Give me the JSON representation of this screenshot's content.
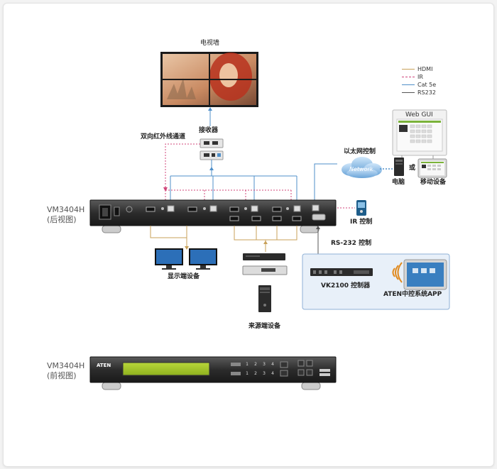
{
  "labels": {
    "video_wall": "电视墙",
    "receiver": "接收器",
    "ir_channel": "双向红外线通道",
    "ethernet_control": "以太网控制",
    "network": "Network",
    "computer": "电脑",
    "or": "或",
    "mobile_device": "移动设备",
    "web_gui": "Web GUI",
    "ir_control": "IR 控制",
    "rs232_control": "RS-232 控制",
    "rear_model": "VM3404H",
    "rear_view": "(后视图)",
    "display_device": "显示端设备",
    "source_device": "来源端设备",
    "vk2100": "VK2100 控制器",
    "aten_app": "ATEN中控系统APP",
    "front_model": "VM3404H",
    "front_view": "(前视图)",
    "front_brand": "ATEN"
  },
  "legend": [
    {
      "label": "HDMI",
      "color": "#c8a15a",
      "style": "solid"
    },
    {
      "label": "IR",
      "color": "#d0457a",
      "style": "dashed"
    },
    {
      "label": "Cat 5e",
      "color": "#4f8fc9",
      "style": "solid"
    },
    {
      "label": "RS232",
      "color": "#555555",
      "style": "solid"
    }
  ],
  "front_keys_top": [
    "1",
    "2",
    "3",
    "4"
  ],
  "front_keys_bottom": [
    "1",
    "2",
    "3",
    "4"
  ]
}
